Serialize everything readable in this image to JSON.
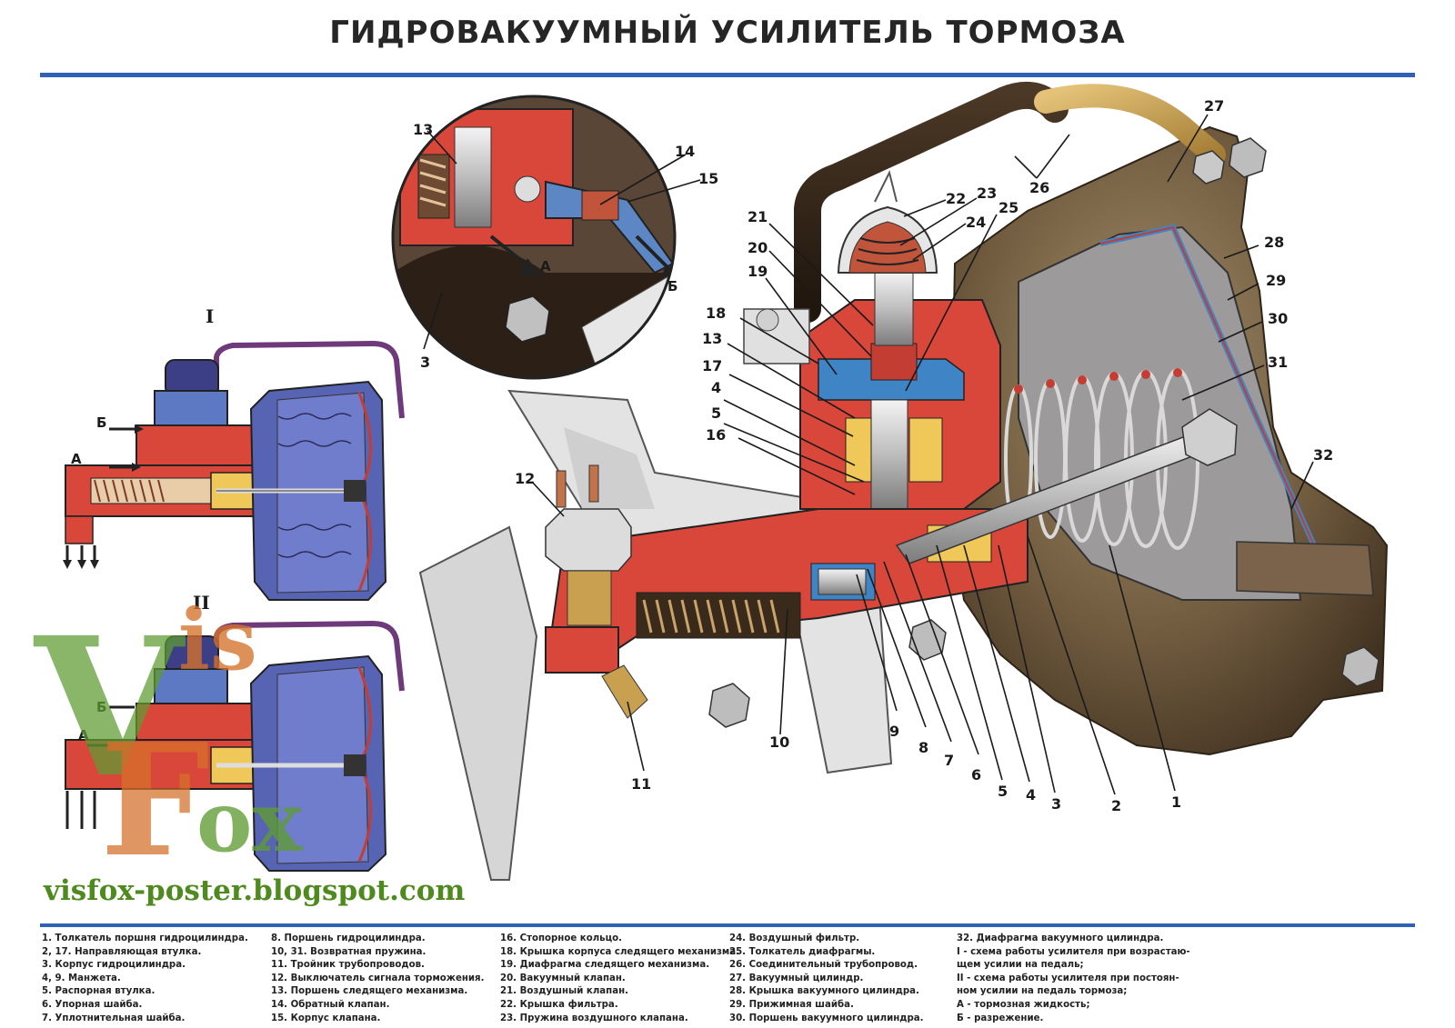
{
  "title": "ГИДРОВАКУУМНЫЙ УСИЛИТЕЛЬ ТОРМОЗА",
  "schemes": {
    "roman_1": "I",
    "roman_2": "II",
    "label_b": "Б",
    "label_a": "А"
  },
  "inset": {
    "label_a": "А",
    "label_b": "Б"
  },
  "callouts": [
    "1",
    "2",
    "3",
    "4",
    "5",
    "6",
    "7",
    "8",
    "9",
    "10",
    "11",
    "12",
    "13",
    "14",
    "15",
    "16",
    "17",
    "18",
    "19",
    "20",
    "21",
    "22",
    "23",
    "24",
    "25",
    "26",
    "27",
    "28",
    "29",
    "30",
    "31",
    "32"
  ],
  "watermark": {
    "logo_letters": [
      "V",
      "is",
      "F",
      "ox"
    ],
    "url": "visfox-poster.blogspot.com"
  },
  "legend": [
    [
      "1. Толкатель поршня гидроцилиндра.",
      "2, 17. Направляющая втулка.",
      "3. Корпус гидроцилиндра.",
      "4, 9. Манжета.",
      "5. Распорная втулка.",
      "6. Упорная шайба.",
      "7. Уплотнительная шайба."
    ],
    [
      "8. Поршень гидроцилиндра.",
      "10, 31. Возвратная пружина.",
      "11. Тройник трубопроводов.",
      "12. Выключатель сигнала торможения.",
      "13. Поршень следящего механизма.",
      "14. Обратный клапан.",
      "15. Корпус клапана."
    ],
    [
      "16. Стопорное кольцо.",
      "18. Крышка корпуса следящего механизма.",
      "19. Диафрагма следящего механизма.",
      "20. Вакуумный клапан.",
      "21. Воздушный клапан.",
      "22. Крышка фильтра.",
      "23. Пружина воздушного клапана."
    ],
    [
      "24. Воздушный фильтр.",
      "25. Толкатель диафрагмы.",
      "26. Соединительный трубопровод.",
      "27. Вакуумный цилиндр.",
      "28. Крышка вакуумного цилиндра.",
      "29. Прижимная шайба.",
      "30. Поршень вакуумного цилиндра."
    ],
    [
      "32. Диафрагма вакуумного цилиндра.",
      "I - схема работы усилителя при возрастаю-",
      "щем усилии на педаль;",
      "II - схема работы усилителя при постоян-",
      "ном усилии на педаль тормоза;",
      "А - тормозная жидкость;",
      "Б - разрежение."
    ]
  ]
}
